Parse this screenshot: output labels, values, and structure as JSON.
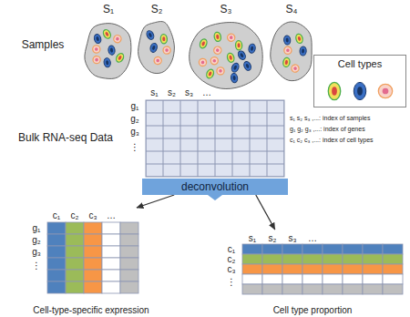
{
  "diagram": {
    "nodes": [
      {
        "text": [
          "S₁"
        ]
      },
      {
        "text": [
          "S₂"
        ]
      },
      {
        "text": [
          "S₃"
        ]
      },
      {
        "text": [
          "S₄"
        ]
      },
      {
        "text": [
          "Cell types"
        ]
      },
      {
        "text": [
          "deconvolution"
        ]
      },
      {
        "text": [
          "Cell-type-specific expression"
        ]
      },
      {
        "text": [
          "Cell type proportion"
        ]
      }
    ],
    "edges": [
      {
        "from": 5,
        "to": 6,
        "arrow": "to"
      },
      {
        "from": 5,
        "to": 7,
        "arrow": "to"
      }
    ],
    "labels": [
      "Samples",
      "Bulk RNA-seq Data",
      "s₁",
      "s₂",
      "s₃",
      "…",
      "g₁",
      "g₂",
      "g₃",
      "⋮",
      "s₁ s₂ s₃ ,...: index of samples",
      "g₁ g₂ g₃ ,...: index of genes",
      "c₁ c₂ c₃ ,...: index of cell types",
      "c₁",
      "c₂",
      "c₃",
      "…",
      "g₁",
      "g₂",
      "g₃",
      "⋮",
      "s₁",
      "s₂",
      "s₃",
      "…",
      "c₁",
      "c₂",
      "c₃",
      "⋮"
    ]
  }
}
